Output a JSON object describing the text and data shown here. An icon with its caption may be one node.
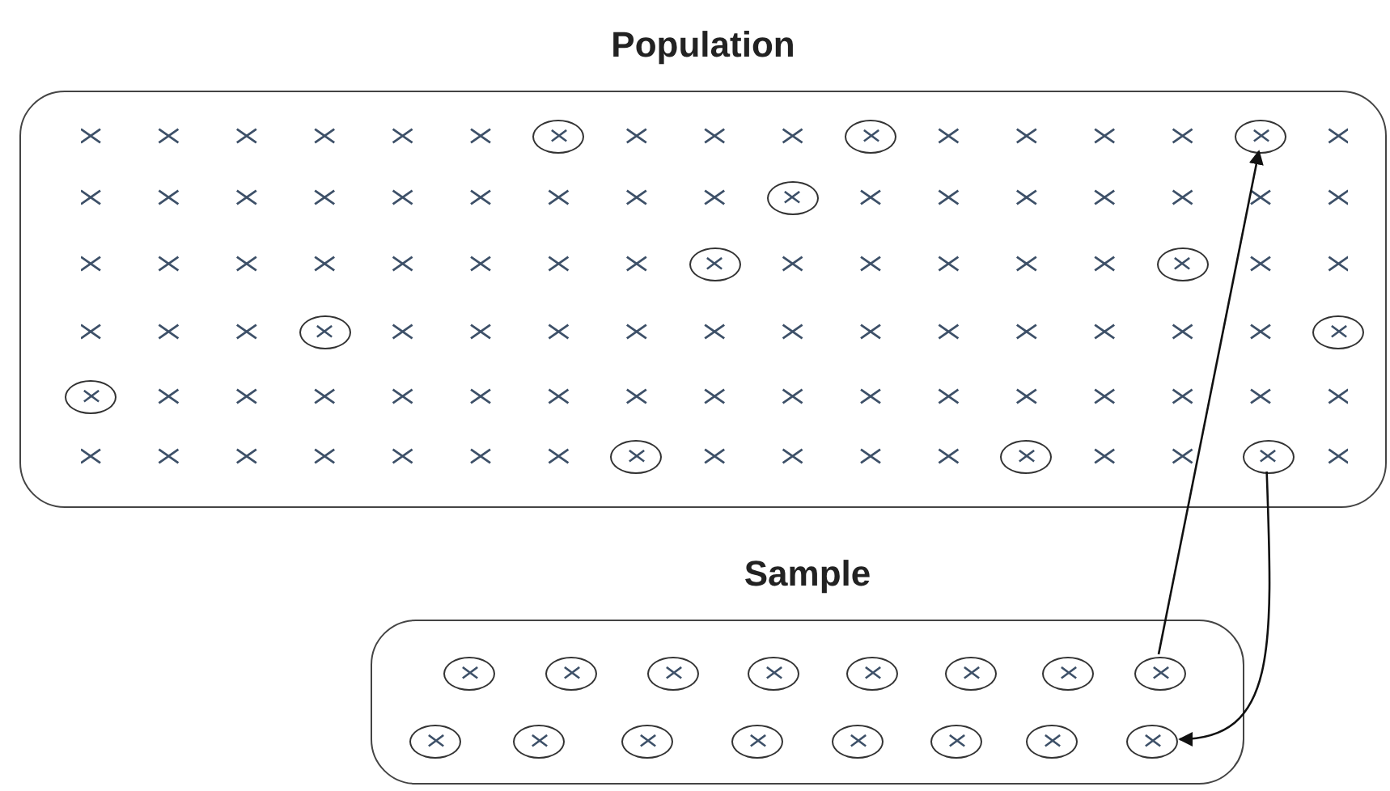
{
  "diagram": {
    "nodes": [
      {
        "text": [
          "Population"
        ]
      },
      {
        "text": [],
        "shape": "circle",
        "in": 0
      },
      {
        "text": [],
        "shape": "circle",
        "in": 0
      },
      {
        "text": [],
        "shape": "circle",
        "in": 0
      },
      {
        "text": [],
        "shape": "circle",
        "in": 0
      },
      {
        "text": [],
        "shape": "circle",
        "in": 0
      },
      {
        "text": [],
        "shape": "circle",
        "in": 0
      },
      {
        "text": [],
        "shape": "circle",
        "in": 0
      },
      {
        "text": [],
        "shape": "circle",
        "in": 0
      },
      {
        "text": [],
        "shape": "circle",
        "in": 0
      },
      {
        "text": [],
        "shape": "circle",
        "in": 0
      },
      {
        "text": [],
        "shape": "circle",
        "in": 0
      },
      {
        "text": [],
        "shape": "circle",
        "in": 0
      },
      {
        "text": [
          "Sample"
        ]
      },
      {
        "text": [],
        "shape": "circle",
        "in": 13
      },
      {
        "text": [],
        "shape": "circle",
        "in": 13
      },
      {
        "text": [],
        "shape": "circle",
        "in": 13
      },
      {
        "text": [],
        "shape": "circle",
        "in": 13
      },
      {
        "text": [],
        "shape": "circle",
        "in": 13
      },
      {
        "text": [],
        "shape": "circle",
        "in": 13
      },
      {
        "text": [],
        "shape": "circle",
        "in": 13
      },
      {
        "text": [],
        "shape": "circle",
        "in": 13
      },
      {
        "text": [],
        "shape": "circle",
        "in": 13
      },
      {
        "text": [],
        "shape": "circle",
        "in": 13
      },
      {
        "text": [],
        "shape": "circle",
        "in": 13
      },
      {
        "text": [],
        "shape": "circle",
        "in": 13
      },
      {
        "text": [],
        "shape": "circle",
        "in": 13
      },
      {
        "text": [],
        "shape": "circle",
        "in": 13
      },
      {
        "text": [],
        "shape": "circle",
        "in": 13
      },
      {
        "text": [],
        "shape": "circle",
        "in": 13
      }
    ],
    "edges": [
      {
        "from": 21,
        "to": 3,
        "arrow": "to"
      },
      {
        "from": 12,
        "to": 29,
        "arrow": "to"
      }
    ]
  }
}
